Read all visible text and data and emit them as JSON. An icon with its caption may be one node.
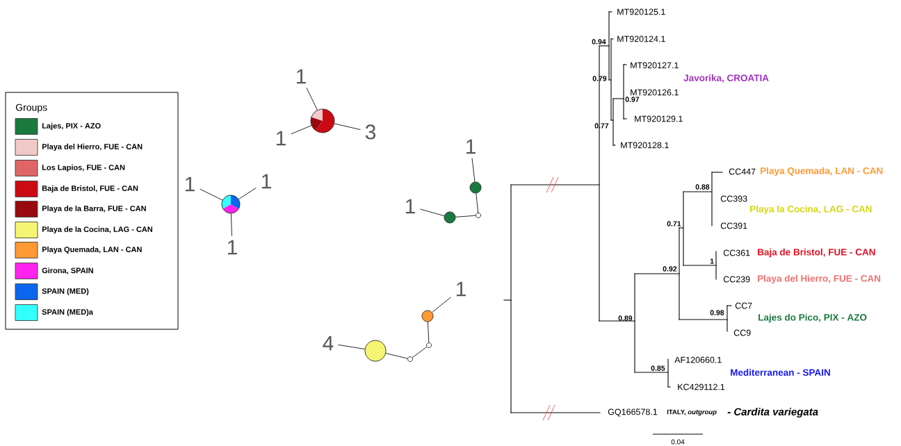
{
  "diagram": {
    "nodes": [
      {
        "text": [],
        "shape": "circle"
      },
      {
        "text": [
          "1"
        ]
      },
      {
        "text": [
          "1"
        ]
      },
      {
        "text": [
          "3"
        ]
      },
      {
        "text": [],
        "shape": "circle"
      },
      {
        "text": [
          "1"
        ]
      },
      {
        "text": [
          "1"
        ]
      },
      {
        "text": [
          "1"
        ]
      },
      {
        "text": [],
        "shape": "circle"
      },
      {
        "text": [],
        "shape": "circle"
      },
      {
        "text": [],
        "shape": "circle"
      },
      {
        "text": [
          "1"
        ]
      },
      {
        "text": [
          "1"
        ]
      },
      {
        "text": [],
        "shape": "circle"
      },
      {
        "text": [],
        "shape": "circle"
      },
      {
        "text": [],
        "shape": "circle"
      },
      {
        "text": [],
        "shape": "circle"
      },
      {
        "text": [
          "4"
        ]
      },
      {
        "text": [
          "1"
        ]
      }
    ],
    "edges": [
      {
        "from": 0,
        "to": 1,
        "arrow": "none"
      },
      {
        "from": 0,
        "to": 2,
        "arrow": "none"
      },
      {
        "from": 0,
        "to": 3,
        "arrow": "none"
      },
      {
        "from": 4,
        "to": 5,
        "arrow": "none"
      },
      {
        "from": 4,
        "to": 6,
        "arrow": "none"
      },
      {
        "from": 4,
        "to": 7,
        "arrow": "none"
      },
      {
        "from": 8,
        "to": 11,
        "arrow": "none"
      },
      {
        "from": 8,
        "to": 10,
        "arrow": "none"
      },
      {
        "from": 10,
        "to": 9,
        "arrow": "none"
      },
      {
        "from": 9,
        "to": 12,
        "arrow": "none"
      },
      {
        "from": 13,
        "to": 18,
        "arrow": "none"
      },
      {
        "from": 13,
        "to": 14,
        "arrow": "none"
      },
      {
        "from": 14,
        "to": 15,
        "arrow": "none"
      },
      {
        "from": 15,
        "to": 16,
        "arrow": "none"
      },
      {
        "from": 16,
        "to": 17,
        "arrow": "none"
      }
    ],
    "labels": [
      "Groups",
      "MT920125.1",
      "0.94",
      "MT920124.1",
      "MT920127.1",
      "0.79",
      "Javorika, CROATIA",
      "MT920126.1",
      "0.97",
      "MT920129.1",
      "0.77",
      "MT920128.1",
      "CC447",
      "Playa Quemada, LAN - CAN",
      "0.88",
      "CC393",
      "Playa la Cocina, LAG - CAN",
      "0.71",
      "CC391",
      "CC361",
      "Baja de Bristol, FUE - CAN",
      "1",
      "0.92",
      "CC239",
      "Playa del Hierro, FUE - CAN",
      "CC7",
      "0.98",
      "0.89",
      "Lajes do Pico, PIX - AZO",
      "CC9",
      "AF120660.1",
      "0.85",
      "Mediterranean - SPAIN",
      "KC429112.1",
      "GQ166578.1",
      "ITALY, *outgroup*",
      "- Cardita variegata",
      "0.04"
    ],
    "legend": [
      {
        "text": "Lajes, PIX - AZO",
        "color": "#1a7a3e"
      },
      {
        "text": "Playa del Hierro, FUE - CAN",
        "color": "#f2c9c9"
      },
      {
        "text": "Los Lapios, FUE - CAN",
        "color": "#e06666"
      },
      {
        "text": "Baja de Bristol, FUE - CAN",
        "color": "#cc0a14"
      },
      {
        "text": "Playa de la Barra, FUE - CAN",
        "color": "#990a10"
      },
      {
        "text": "Playa de la Cocina, LAG - CAN",
        "color": "#f5f573"
      },
      {
        "text": "Playa Quemada, LAN - CAN",
        "color": "#ff9933"
      },
      {
        "text": "Girona, SPAIN",
        "color": "#ff22ee"
      },
      {
        "text": "SPAIN (MED)",
        "color": "#0a66ee"
      },
      {
        "text": "SPAIN (MED)a",
        "color": "#33ffff"
      }
    ]
  }
}
